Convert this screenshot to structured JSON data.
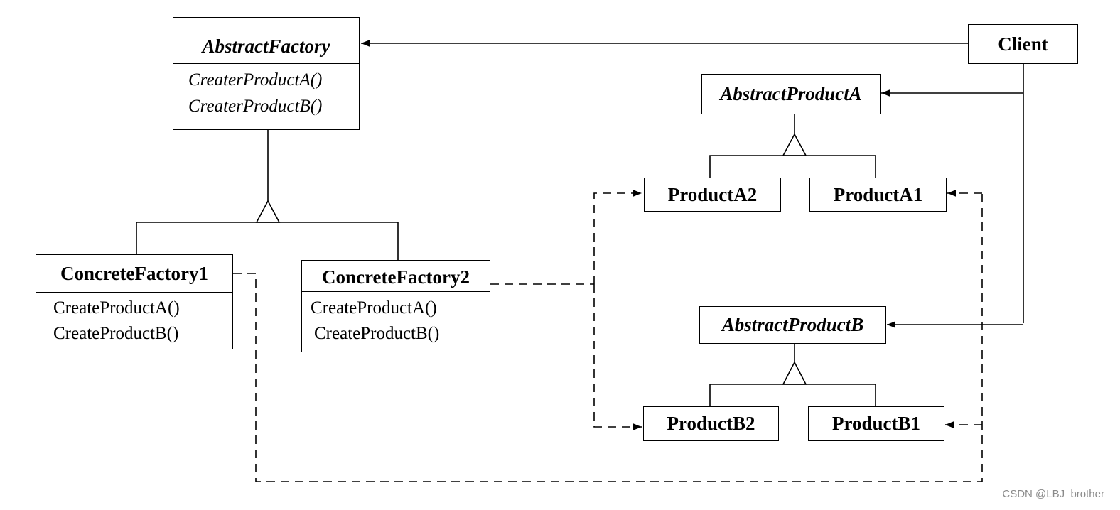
{
  "abstract_factory": {
    "name": "AbstractFactory",
    "operations": [
      "CreaterProductA()",
      "CreaterProductB()"
    ]
  },
  "concrete_factory_1": {
    "name": "ConcreteFactory1",
    "operations": [
      "CreateProductA()",
      "CreateProductB()"
    ]
  },
  "concrete_factory_2": {
    "name": "ConcreteFactory2",
    "operations": [
      "CreateProductA()",
      "CreateProductB()"
    ]
  },
  "client": {
    "name": "Client"
  },
  "abstract_product_a": {
    "name": "AbstractProductA"
  },
  "abstract_product_b": {
    "name": "AbstractProductB"
  },
  "product_a2": {
    "name": "ProductA2"
  },
  "product_a1": {
    "name": "ProductA1"
  },
  "product_b2": {
    "name": "ProductB2"
  },
  "product_b1": {
    "name": "ProductB1"
  },
  "watermark": "CSDN @LBJ_brother",
  "colors": {
    "line": "#000000",
    "background": "#ffffff",
    "watermark": "#8a8a8a"
  }
}
